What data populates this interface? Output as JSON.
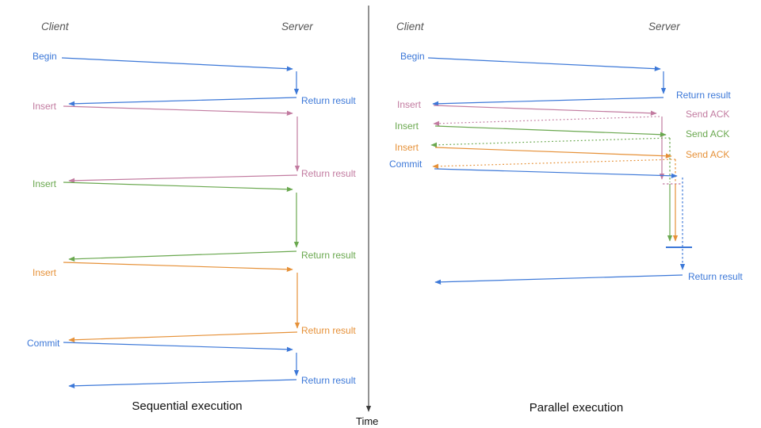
{
  "colors": {
    "blue": "#3c78d8",
    "pink": "#c27ba0",
    "green": "#6aa84f",
    "orange": "#e69138",
    "axis": "#3a3a3a",
    "header": "#555555",
    "title": "#111111"
  },
  "time_axis": {
    "label": "Time"
  },
  "sequential": {
    "title": "Sequential execution",
    "client": "Client",
    "server": "Server",
    "begin": {
      "label": "Begin",
      "result": "Return result"
    },
    "insert1": {
      "label": "Insert",
      "result": "Return result"
    },
    "insert2": {
      "label": "Insert",
      "result": "Return result"
    },
    "insert3": {
      "label": "Insert",
      "result": "Return result"
    },
    "commit": {
      "label": "Commit",
      "result": "Return result"
    }
  },
  "parallel": {
    "title": "Parallel execution",
    "client": "Client",
    "server": "Server",
    "begin": {
      "label": "Begin",
      "result": "Return result"
    },
    "insert1": {
      "label": "Insert",
      "ack": "Send ACK"
    },
    "insert2": {
      "label": "Insert",
      "ack": "Send ACK"
    },
    "insert3": {
      "label": "Insert",
      "ack": "Send ACK"
    },
    "commit": {
      "label": "Commit",
      "result": "Return result"
    }
  }
}
